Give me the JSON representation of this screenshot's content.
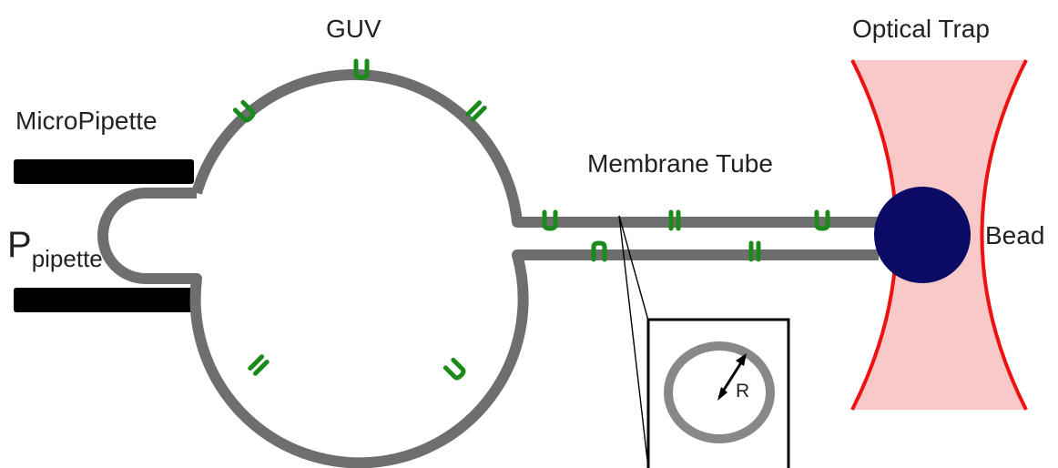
{
  "labels": {
    "guv": "GUV",
    "optical_trap": "Optical Trap",
    "micropipette": "MicroPipette",
    "membrane_tube": "Membrane Tube",
    "bead": "Bead",
    "pressure_main": "P",
    "pressure_sub": "pipette",
    "radius": "R"
  },
  "colors": {
    "membrane": "#6e6e6e",
    "protein": "#1a8a1a",
    "pipette": "#000000",
    "bead": "#0b0b66",
    "trap_fill": "#f9c8c8",
    "trap_edge": "#ee1111",
    "inset_ring": "#888888"
  }
}
